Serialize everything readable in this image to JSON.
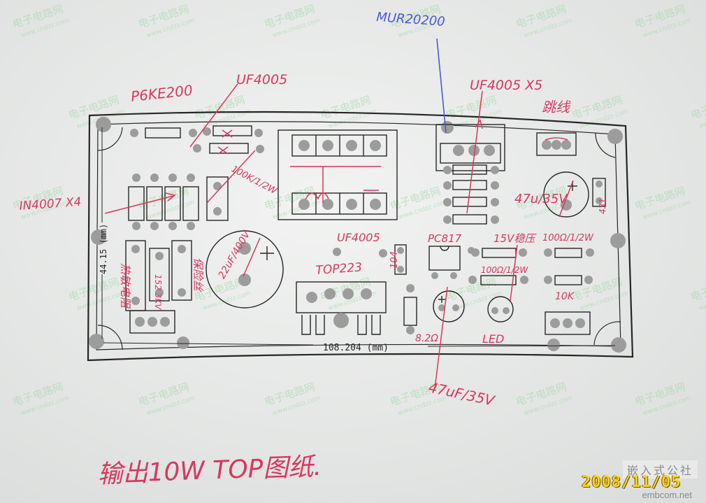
{
  "annotations": {
    "mur": "MUR20200",
    "p6ke": "P6KE200",
    "uf4005_top": "UF4005",
    "uf4005_x5": "UF4005 X5",
    "jumper": "跳线",
    "in4007": "IN4007 X4",
    "res_100k": "100K/1/2W",
    "cap_47u": "47u/35V",
    "cap_22u": "22uF/400V",
    "uf4005_mid": "UF4005",
    "pc817": "PC817",
    "regulator": "15V稳压",
    "res_100": "100Ω/1/2W",
    "res_100b": "100Ω/1/2W",
    "res_10k": "10K",
    "top223": "TOP223",
    "r104": "104",
    "r431": "431",
    "r8r2": "8.2Ω",
    "led": "LED",
    "thermistor": "热敏电阻",
    "fuse": "保险丝",
    "cap_152": "152 3KV",
    "cap_bottom": "47uF/35V",
    "title": "输出10W TOP图纸."
  },
  "dimensions": {
    "width_label": "108.204 (mm)",
    "height_label": "44.15 (mm)"
  },
  "watermark": {
    "text": "电子电路网",
    "url": "www.cndzz.com",
    "brand": "嵌入式公社",
    "site": "embcom.net",
    "date": "2008/11/05"
  },
  "colors": {
    "paper": "#e9ebea",
    "print": "#262626",
    "pad": "#9c9c9c",
    "ink_red": "#d8385e",
    "ink_blue": "#4a5ad0",
    "watermark": "#9fd8a6"
  }
}
